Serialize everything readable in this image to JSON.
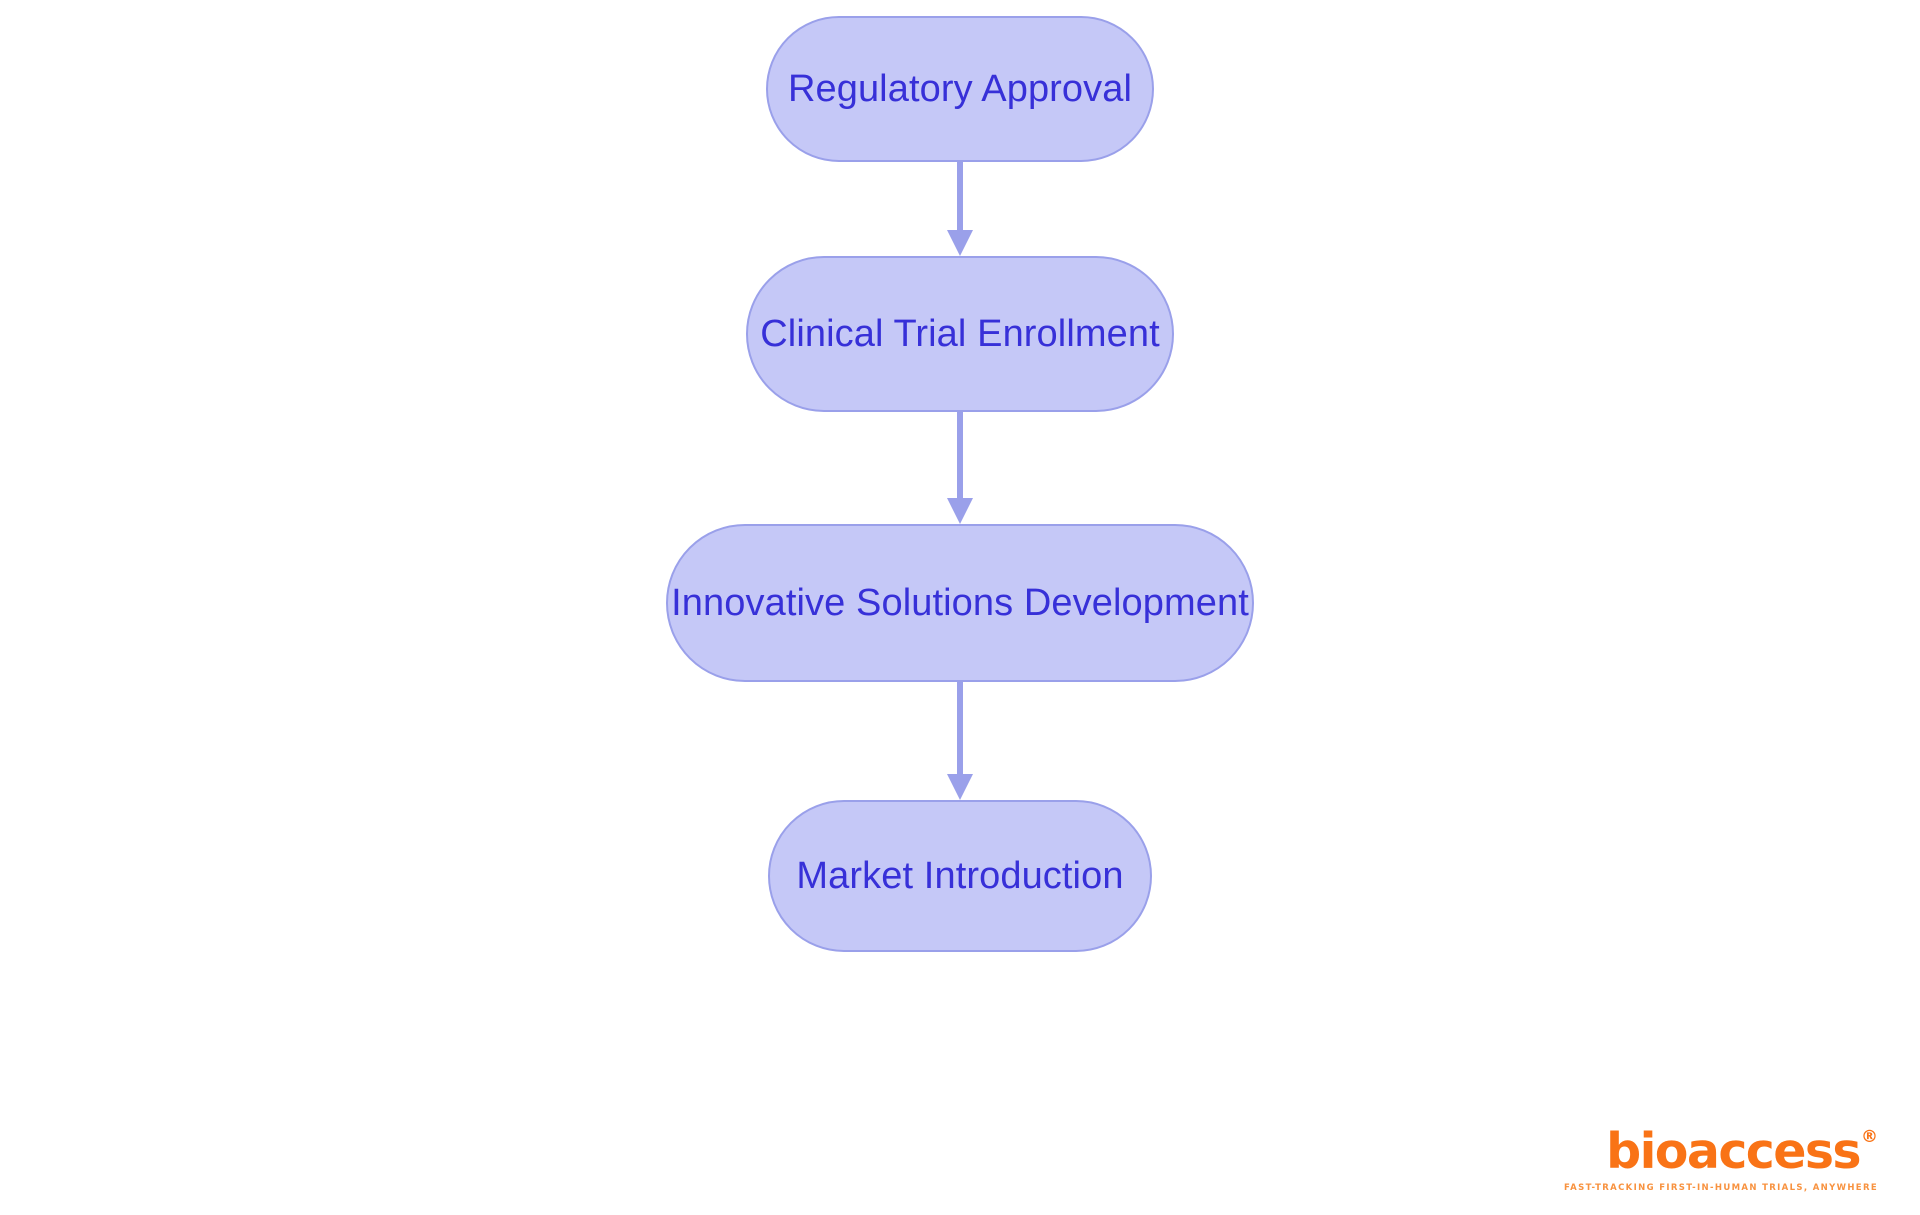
{
  "chart_data": {
    "type": "diagram",
    "subtype": "flowchart",
    "title": "",
    "orientation": "top-to-bottom",
    "nodes": [
      {
        "id": "n1",
        "label": "Regulatory Approval",
        "shape": "rounded-pill",
        "order": 1
      },
      {
        "id": "n2",
        "label": "Clinical Trial Enrollment",
        "shape": "rounded-pill",
        "order": 2
      },
      {
        "id": "n3",
        "label": "Innovative Solutions Development",
        "shape": "rounded-pill",
        "order": 3
      },
      {
        "id": "n4",
        "label": "Market Introduction",
        "shape": "rounded-pill",
        "order": 4
      }
    ],
    "edges": [
      {
        "from": "n1",
        "to": "n2",
        "label": "",
        "arrow": "down"
      },
      {
        "from": "n2",
        "to": "n3",
        "label": "",
        "arrow": "down"
      },
      {
        "from": "n3",
        "to": "n4",
        "label": "",
        "arrow": "down"
      }
    ],
    "colors": {
      "node_fill": "#c5c8f7",
      "node_border": "#9aa0ea",
      "node_text": "#3730d8",
      "edge": "#9aa0ea",
      "background": "#ffffff",
      "brand": "#f97316"
    }
  },
  "diagram": {
    "nodes": [
      {
        "label": "Regulatory Approval"
      },
      {
        "label": "Clinical Trial Enrollment"
      },
      {
        "label": "Innovative Solutions Development"
      },
      {
        "label": "Market Introduction"
      }
    ]
  },
  "brand": {
    "wordmark": "bioaccess",
    "registered_mark": "®",
    "tagline": "FAST-TRACKING FIRST-IN-HUMAN TRIALS, ANYWHERE"
  }
}
